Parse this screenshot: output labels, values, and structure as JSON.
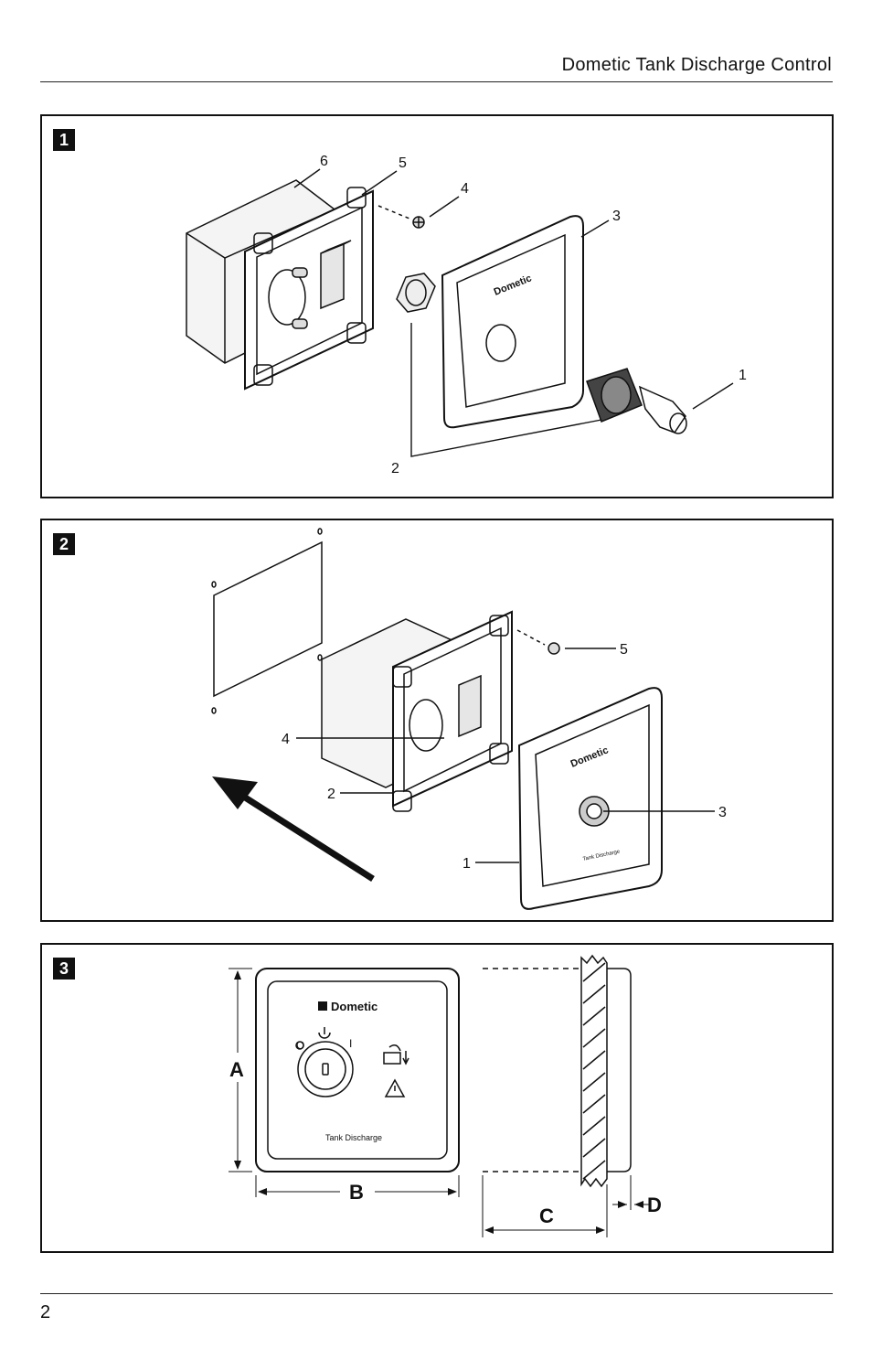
{
  "header": {
    "title": "Dometic Tank Discharge Control"
  },
  "figures": [
    {
      "number": "1",
      "callouts": [
        "1",
        "2",
        "3",
        "4",
        "5",
        "6"
      ],
      "panel_brand": "Dometic"
    },
    {
      "number": "2",
      "callouts": [
        "1",
        "2",
        "3",
        "4",
        "5"
      ],
      "panel_brand": "Dometic",
      "panel_caption": "Tank Discharge"
    },
    {
      "number": "3",
      "panel_brand": "Dometic",
      "panel_caption": "Tank Discharge",
      "dimensions": [
        "A",
        "B",
        "C",
        "D"
      ],
      "switch_labels": {
        "off": "O",
        "on": "I"
      }
    }
  ],
  "footer": {
    "page_number": "2"
  }
}
